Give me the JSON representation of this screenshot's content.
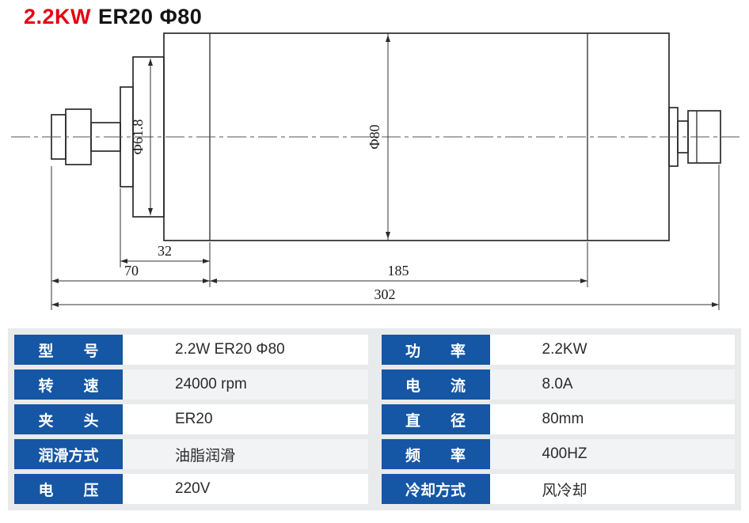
{
  "title": {
    "power": "2.2KW",
    "model": "ER20 Φ80"
  },
  "colors": {
    "accent_red": "#e60012",
    "table_blue": "#1556a5",
    "panel_gray": "#e8eaec",
    "line": "#2b2b2b"
  },
  "drawing": {
    "phi_flange": "Φ61.8",
    "phi_body": "Φ80",
    "d32": "32",
    "d70": "70",
    "d185": "185",
    "d302": "302"
  },
  "table": {
    "left": [
      {
        "label": "型　　号",
        "value": "2.2W ER20 Φ80"
      },
      {
        "label": "转　　速",
        "value": "24000 rpm"
      },
      {
        "label": "夹　　头",
        "value": "ER20"
      },
      {
        "label": "润滑方式",
        "value": "油脂润滑"
      },
      {
        "label": "电　　压",
        "value": "220V"
      }
    ],
    "right": [
      {
        "label": "功　　率",
        "value": "2.2KW"
      },
      {
        "label": "电　　流",
        "value": "8.0A"
      },
      {
        "label": "直　　径",
        "value": "80mm"
      },
      {
        "label": "频　　率",
        "value": "400HZ"
      },
      {
        "label": "冷却方式",
        "value": "风冷却"
      }
    ]
  }
}
